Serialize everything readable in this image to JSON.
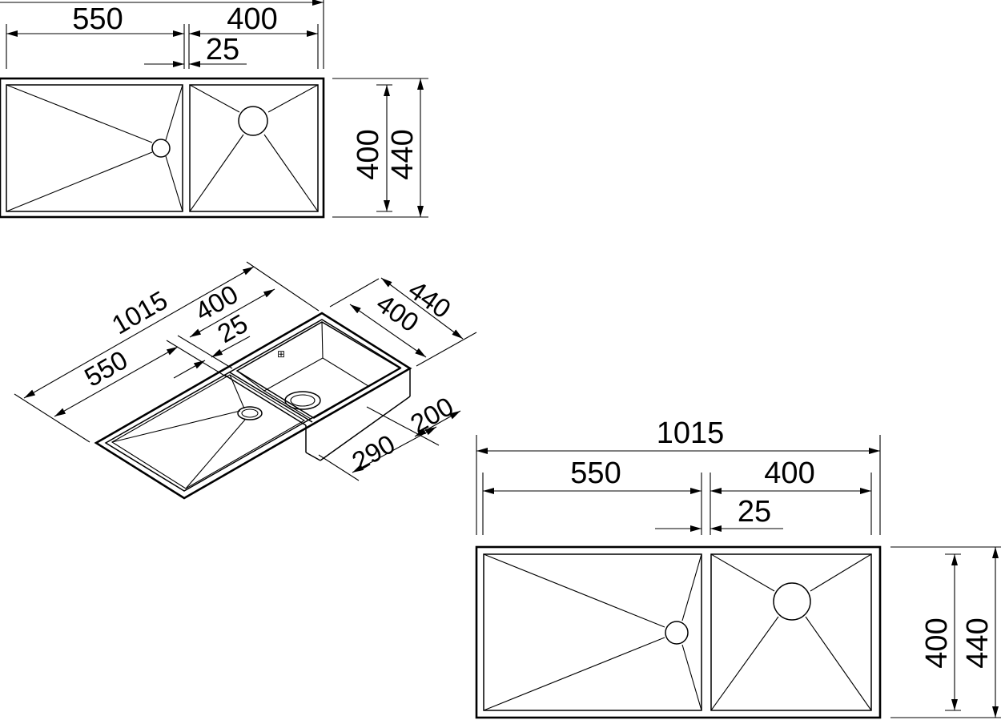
{
  "drawing": {
    "stroke_color": "#000000",
    "background_color": "#ffffff"
  },
  "top_view_small": {
    "dim_left_bowl": "550",
    "dim_right_bowl": "400",
    "dim_divider": "25",
    "dim_inner_depth": "400",
    "dim_outer_depth": "440"
  },
  "iso_view": {
    "dim_overall_length": "1015",
    "dim_right_bowl": "400",
    "dim_divider": "25",
    "dim_left_bowl": "550",
    "dim_outer_depth": "440",
    "dim_inner_depth": "400",
    "dim_height_drainboard": "200",
    "dim_height_bowl": "290"
  },
  "top_view_large": {
    "dim_overall_length": "1015",
    "dim_left_bowl": "550",
    "dim_right_bowl": "400",
    "dim_divider": "25",
    "dim_inner_depth": "400",
    "dim_outer_depth": "440"
  }
}
